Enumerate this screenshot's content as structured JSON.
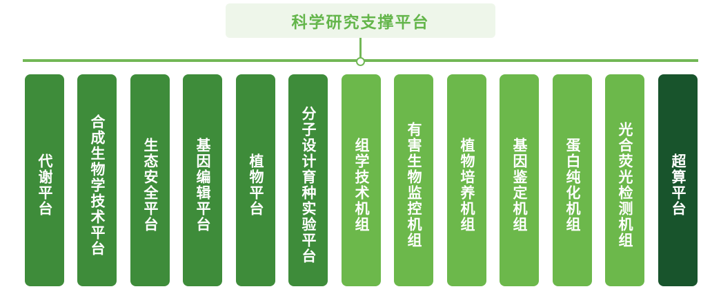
{
  "title": "科学研究支撑平台",
  "platforms": [
    {
      "label": "代谢平台",
      "tone": "dark"
    },
    {
      "label": "合成生物学技术平台",
      "tone": "dark"
    },
    {
      "label": "生态安全平台",
      "tone": "dark"
    },
    {
      "label": "基因编辑平台",
      "tone": "dark"
    },
    {
      "label": "植物平台",
      "tone": "dark"
    },
    {
      "label": "分子设计育种实验平台",
      "tone": "dark"
    },
    {
      "label": "组学技术机组",
      "tone": "light"
    },
    {
      "label": "有害生物监控机组",
      "tone": "light"
    },
    {
      "label": "植物培养机组",
      "tone": "light"
    },
    {
      "label": "基因鉴定机组",
      "tone": "light"
    },
    {
      "label": "蛋白纯化机组",
      "tone": "light"
    },
    {
      "label": "光合荧光检测机组",
      "tone": "light"
    },
    {
      "label": "超算平台",
      "tone": "darkest"
    }
  ],
  "colors": {
    "dark_green": "#3e8c3a",
    "light_green": "#6cb84b",
    "darkest_green": "#18542c",
    "title_text": "#63b54a",
    "title_bg": "#eef6ea",
    "line": "#72b756"
  }
}
